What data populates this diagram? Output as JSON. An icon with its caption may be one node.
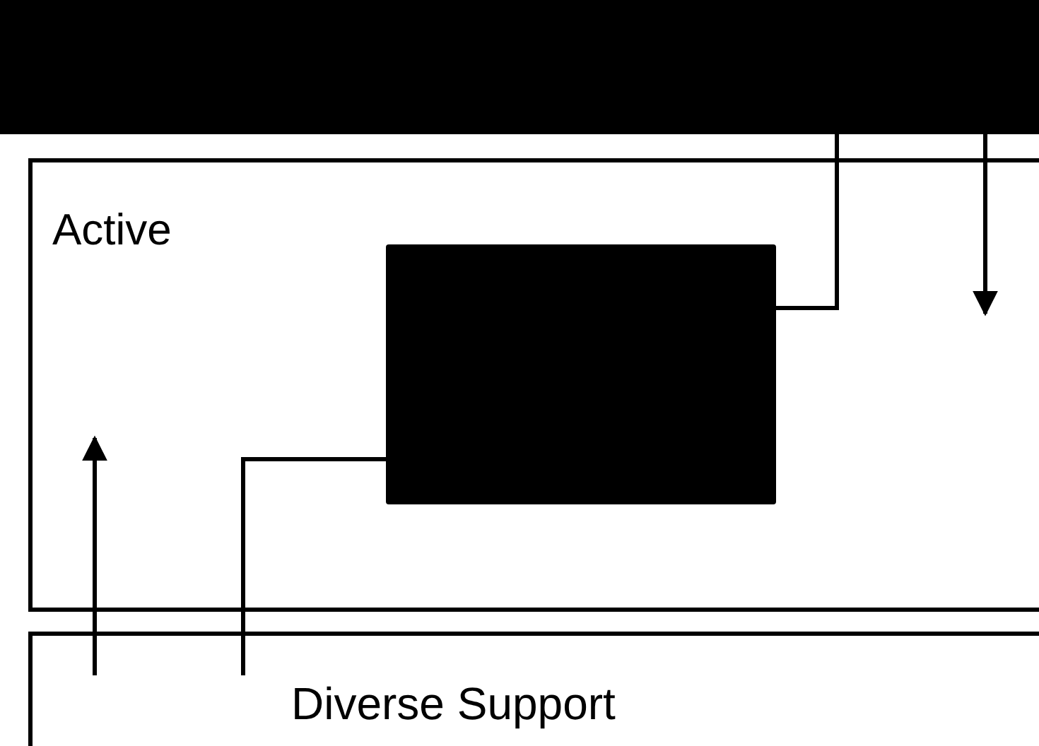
{
  "diagram": {
    "nodes": [
      {
        "text": [],
        "shape": "bar"
      },
      {
        "text": [
          "Active"
        ]
      },
      {
        "text": [],
        "shape": "box",
        "in": 1
      },
      {
        "text": [
          "Diverse Support"
        ]
      }
    ],
    "edges": [
      {
        "from": 2,
        "to": 0,
        "arrow": "none"
      },
      {
        "from": 0,
        "to": null,
        "arrow": "to"
      },
      {
        "from": 3,
        "to": null,
        "arrow": "to"
      },
      {
        "from": 3,
        "to": 2,
        "arrow": "none"
      }
    ]
  }
}
